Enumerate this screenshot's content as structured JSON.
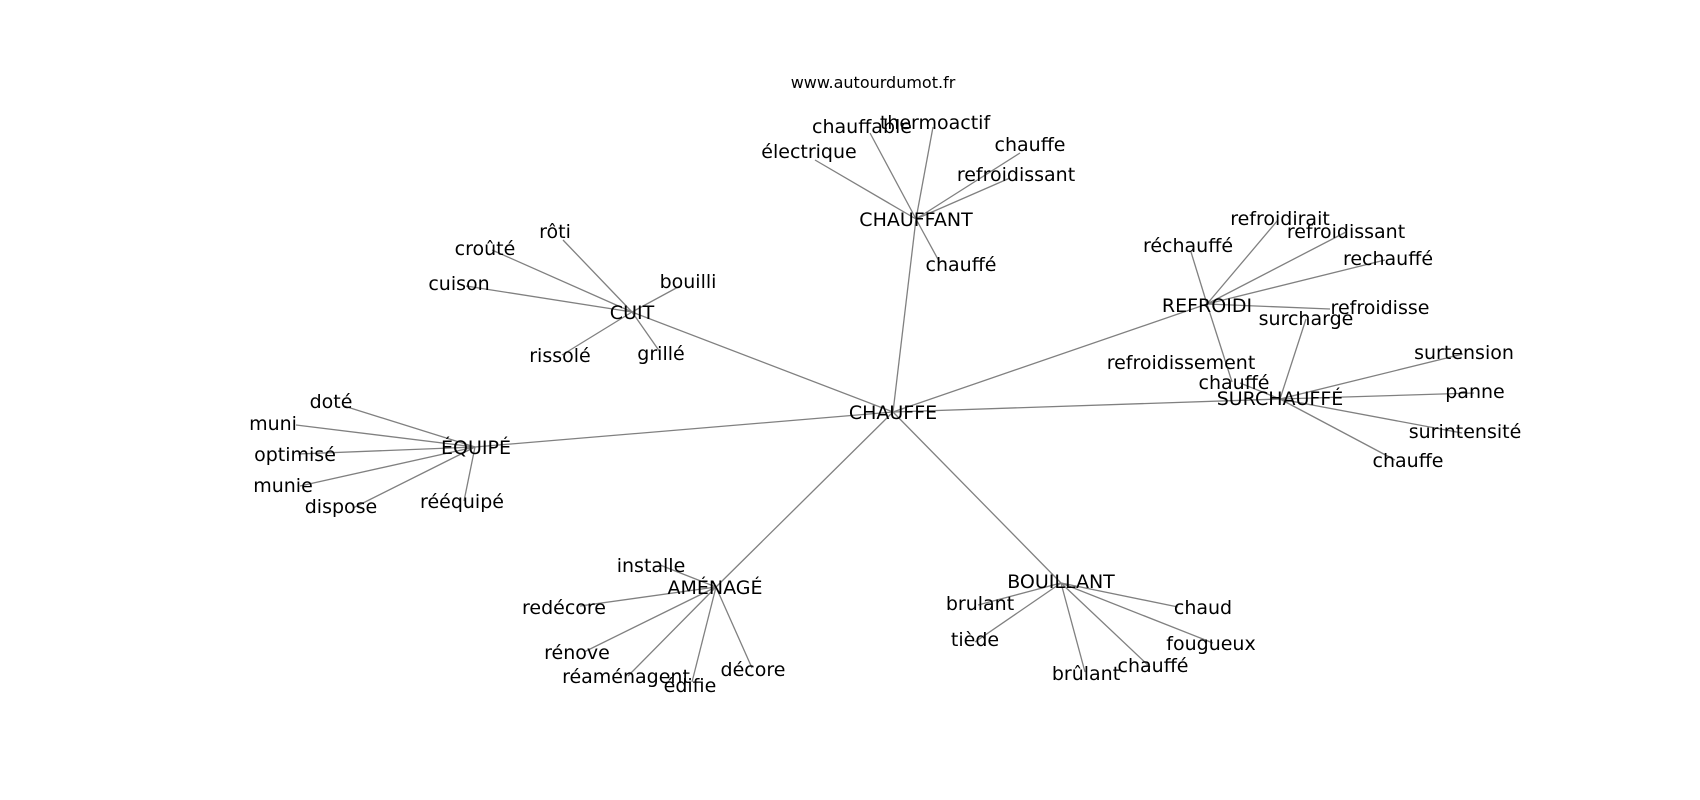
{
  "source": "www.autourdumot.fr",
  "center": "CHAUFFE",
  "clusters": [
    {
      "name": "CHAUFFANT",
      "words": [
        "électrique",
        "chauffable",
        "thermoactif",
        "chauffe",
        "refroidissant",
        "chauffé"
      ]
    },
    {
      "name": "CUIT",
      "words": [
        "rôti",
        "croûté",
        "cuison",
        "bouilli",
        "rissolé",
        "grillé"
      ]
    },
    {
      "name": "REFROIDI",
      "words": [
        "réchauffé",
        "refroidirait",
        "refroidissant",
        "rechauffé",
        "refroidisse",
        "refroidissement"
      ]
    },
    {
      "name": "SURCHAUFFÉ",
      "words": [
        "surcharge",
        "surtension",
        "panne",
        "surintensité",
        "chauffe",
        "chauffé"
      ]
    },
    {
      "name": "ÉQUIPÉ",
      "words": [
        "doté",
        "muni",
        "optimisé",
        "munie",
        "dispose",
        "rééquipé"
      ]
    },
    {
      "name": "AMÉNAGÉ",
      "words": [
        "installe",
        "redécore",
        "rénove",
        "réaménagent",
        "édifie",
        "décore"
      ]
    },
    {
      "name": "BOUILLANT",
      "words": [
        "brulant",
        "tiède",
        "brûlant",
        "chauffé",
        "fougueux",
        "chaud"
      ]
    }
  ]
}
